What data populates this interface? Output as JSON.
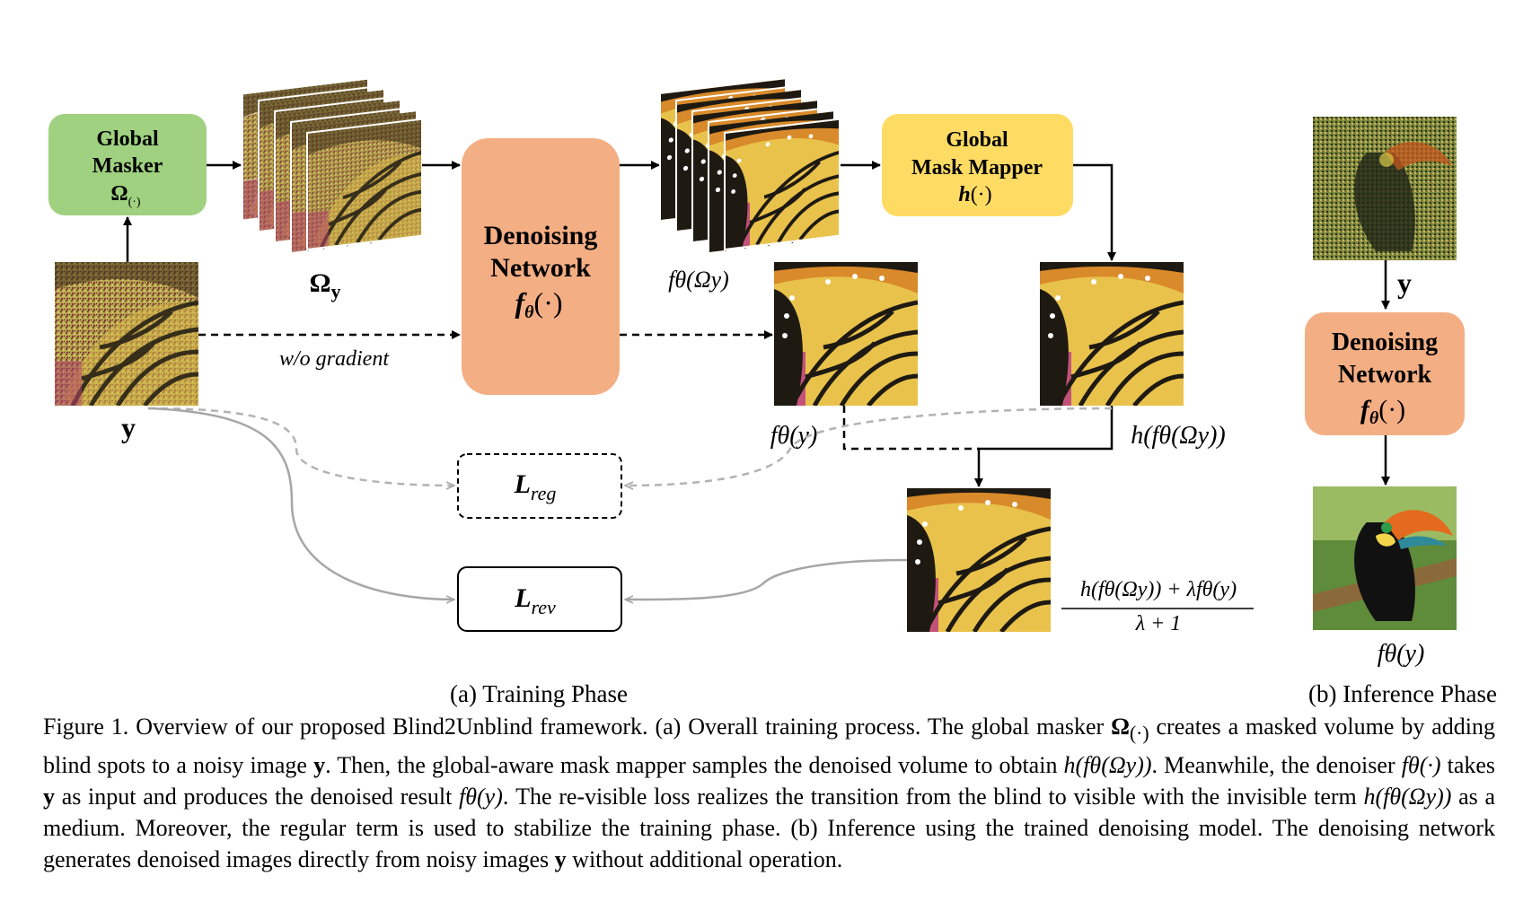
{
  "figure": {
    "masker": {
      "line1": "Global",
      "line2": "Masker",
      "symbol": "Ω",
      "symbol_sub": "(·)"
    },
    "denoiser": {
      "line1": "Denoising",
      "line2": "Network",
      "symbol": "f",
      "symbol_sub": "θ",
      "symbol_arg": "(·)"
    },
    "mapper": {
      "line1": "Global",
      "line2": "Mask Mapper",
      "symbol": "h",
      "symbol_arg": "(·)"
    },
    "labels": {
      "y_input": "y",
      "omega_y": "Ω",
      "omega_y_sub": "y",
      "f_omega_y": "fθ(Ωy)",
      "wo_gradient": "w/o gradient",
      "f_y": "fθ(y)",
      "h_f_omega_y": "h(fθ(Ωy))",
      "l_reg": "L",
      "l_reg_sub": "reg",
      "l_rev": "L",
      "l_rev_sub": "rev",
      "fraction_numerator": "h(fθ(Ωy)) + λfθ(y)",
      "fraction_denominator": "λ + 1"
    },
    "inference": {
      "y_label": "y",
      "denoiser_line1": "Denoising",
      "denoiser_line2": "Network",
      "output_label": "fθ(y)"
    },
    "subcaption_a": "(a) Training Phase",
    "subcaption_b": "(b) Inference Phase",
    "colors": {
      "masker_box": "#9fd180",
      "denoiser_box": "#f4ae84",
      "mapper_box": "#fedb63",
      "gray_arrow": "#a6a6a6",
      "dashed_gray": "#b3b3b3"
    }
  },
  "caption": {
    "label": "Figure 1.",
    "s1": "Overview of our proposed Blind2Unblind framework. (a) Overall training process. The global masker",
    "s1_sym": "Ω",
    "s1_sub": "(·)",
    "s2": "creates a masked volume by adding blind spots to a noisy image",
    "s2_y": "y",
    "s3": ". Then, the global-aware mask mapper samples the denoised volume to obtain",
    "s3_expr": "h(fθ(Ωy))",
    "s4": ". Meanwhile, the denoiser",
    "s4_expr": "fθ(·)",
    "s5": "takes",
    "s5_y": "y",
    "s6": "as input and produces the denoised result",
    "s6_expr": "fθ(y)",
    "s7": ". The re-visible loss realizes the transition from the blind to visible with the invisible term",
    "s7_expr": "h(fθ(Ωy))",
    "s8": "as a medium. Moreover, the regular term is used to stabilize the training phase. (b) Inference using the trained denoising model. The denoising network generates denoised images directly from noisy images",
    "s8_y": "y",
    "s9": "without additional operation."
  }
}
